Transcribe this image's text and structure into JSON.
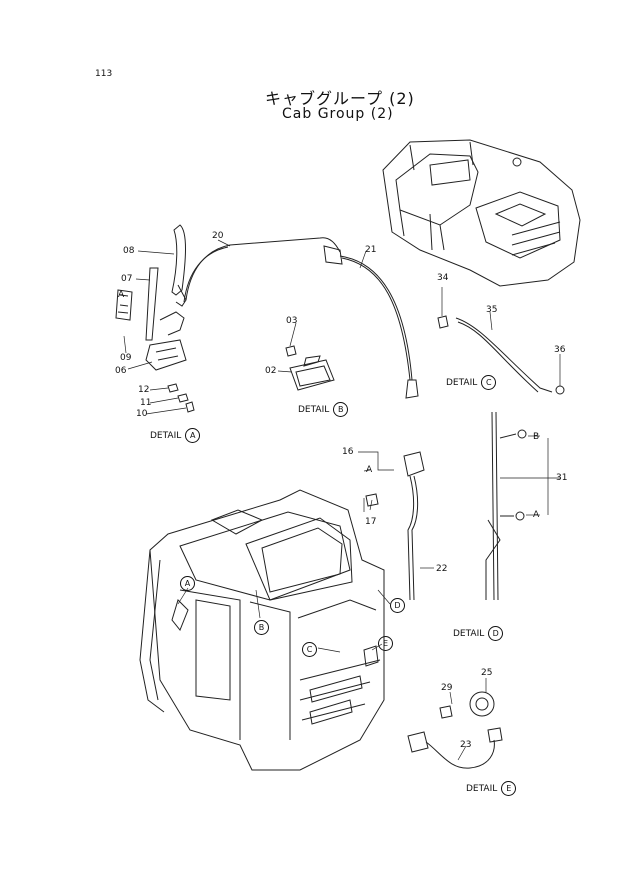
{
  "page_number": "113",
  "title_jp": "キャブグループ (2)",
  "title_en": "Cab Group (2)",
  "details": {
    "A": {
      "label": "DETAIL",
      "letter": "A"
    },
    "B": {
      "label": "DETAIL",
      "letter": "B"
    },
    "C": {
      "label": "DETAIL",
      "letter": "C"
    },
    "D": {
      "label": "DETAIL",
      "letter": "D"
    },
    "E": {
      "label": "DETAIL",
      "letter": "E"
    }
  },
  "callouts": {
    "p02": "02",
    "p03": "03",
    "p06": "06",
    "p07": "07",
    "p08": "08",
    "p09": "09",
    "p10": "10",
    "p11": "11",
    "p12": "12",
    "p16": "16",
    "p17": "17",
    "p20": "20",
    "p21": "21",
    "p22": "22",
    "p23": "23",
    "p25": "25",
    "p29": "29",
    "p31": "31",
    "p34": "34",
    "p35": "35",
    "p36": "36",
    "A": "A",
    "B": "B",
    "C": "C",
    "D": "D",
    "E": "E"
  }
}
